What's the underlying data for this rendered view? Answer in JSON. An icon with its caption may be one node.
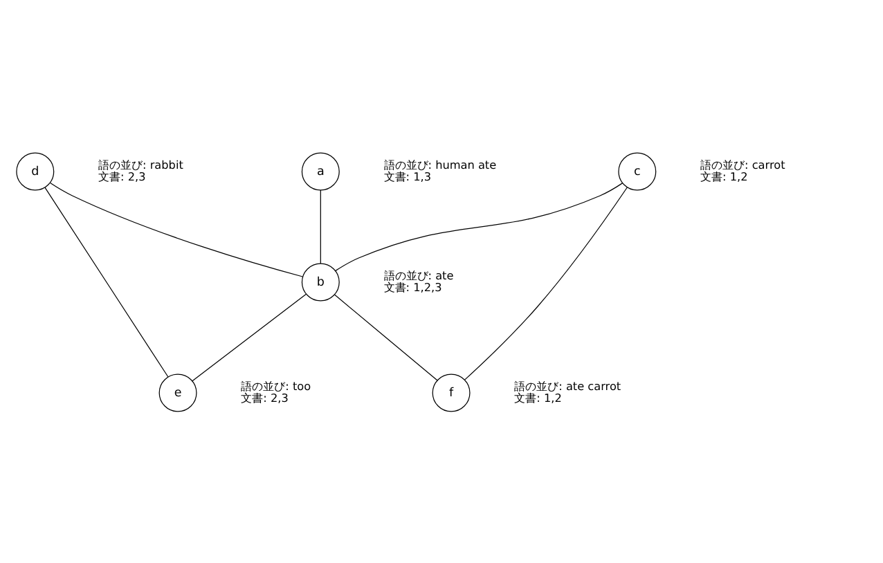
{
  "diagram": {
    "nodes": [
      {
        "text": [
          "a"
        ],
        "beside": [
          "語の並び: human ate",
          "文書: 1,3"
        ]
      },
      {
        "text": [
          "c"
        ],
        "beside": [
          "語の並び: carrot",
          "文書: 1,2"
        ]
      },
      {
        "text": [
          "d"
        ],
        "beside": [
          "語の並び: rabbit",
          "文書: 2,3"
        ]
      },
      {
        "text": [
          "b"
        ],
        "beside": [
          "語の並び: ate",
          "文書: 1,2,3"
        ]
      },
      {
        "text": [
          "e"
        ],
        "beside": [
          "語の並び: too",
          "文書: 2,3"
        ]
      },
      {
        "text": [
          "f"
        ],
        "beside": [
          "語の並び: ate carrot",
          "文書: 1,2"
        ]
      }
    ],
    "edges": [
      {
        "from": 0,
        "to": 3,
        "arrow": "none"
      },
      {
        "from": 2,
        "to": 3,
        "arrow": "none"
      },
      {
        "from": 1,
        "to": 3,
        "arrow": "none"
      },
      {
        "from": 3,
        "to": 4,
        "arrow": "none"
      },
      {
        "from": 3,
        "to": 5,
        "arrow": "none"
      },
      {
        "from": 2,
        "to": 4,
        "arrow": "none"
      },
      {
        "from": 1,
        "to": 5,
        "arrow": "none"
      }
    ]
  }
}
